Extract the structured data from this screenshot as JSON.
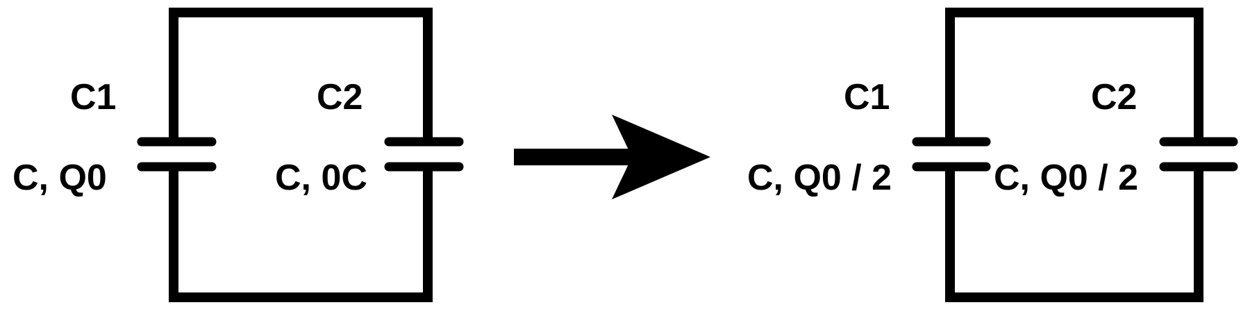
{
  "colors": {
    "stroke": "#000000",
    "background": "#ffffff"
  },
  "before": {
    "cap1": {
      "name": "C1",
      "value": "C, Q0"
    },
    "cap2": {
      "name": "C2",
      "value": "C, 0C"
    }
  },
  "arrow": {
    "icon": "right-arrow-icon"
  },
  "after": {
    "cap1": {
      "name": "C1",
      "value": "C, Q0 / 2"
    },
    "cap2": {
      "name": "C2",
      "value": "C, Q0 / 2"
    }
  }
}
